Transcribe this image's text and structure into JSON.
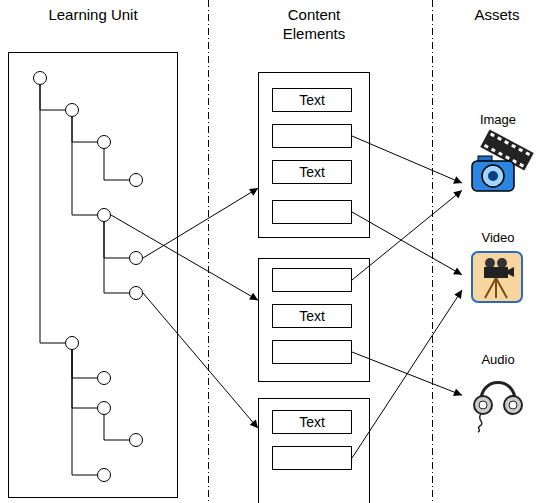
{
  "diagram": {
    "nodes": [
      {
        "text": []
      },
      {
        "text": [],
        "in": 0
      },
      {
        "text": [],
        "in": 0
      },
      {
        "text": [],
        "in": 0
      },
      {
        "text": [],
        "in": 0
      },
      {
        "text": [],
        "in": 0
      },
      {
        "text": [],
        "in": 0
      },
      {
        "text": [],
        "in": 0
      },
      {
        "text": [],
        "in": 0
      },
      {
        "text": [],
        "in": 0
      },
      {
        "text": [],
        "in": 0
      },
      {
        "text": [],
        "in": 0
      },
      {
        "text": [],
        "in": 0
      },
      {
        "text": []
      },
      {
        "text": [
          "Text"
        ],
        "in": 13
      },
      {
        "text": [],
        "in": 13
      },
      {
        "text": [
          "Text"
        ],
        "in": 13
      },
      {
        "text": [],
        "in": 13
      },
      {
        "text": []
      },
      {
        "text": [],
        "in": 18
      },
      {
        "text": [
          "Text"
        ],
        "in": 18
      },
      {
        "text": [],
        "in": 18
      },
      {
        "text": []
      },
      {
        "text": [
          "Text"
        ],
        "in": 22
      },
      {
        "text": [],
        "in": 22
      },
      {
        "text": [
          "Image"
        ]
      },
      {
        "text": [
          "Video"
        ]
      },
      {
        "text": [
          "Audio"
        ]
      }
    ],
    "edges": [
      {
        "from": 1,
        "to": 2,
        "arrow": "none"
      },
      {
        "from": 1,
        "to": 8,
        "arrow": "none"
      },
      {
        "from": 2,
        "to": 3,
        "arrow": "none"
      },
      {
        "from": 2,
        "to": 5,
        "arrow": "none"
      },
      {
        "from": 3,
        "to": 4,
        "arrow": "none"
      },
      {
        "from": 5,
        "to": 6,
        "arrow": "none"
      },
      {
        "from": 5,
        "to": 7,
        "arrow": "none"
      },
      {
        "from": 8,
        "to": 9,
        "arrow": "none"
      },
      {
        "from": 8,
        "to": 10,
        "arrow": "none"
      },
      {
        "from": 8,
        "to": 12,
        "arrow": "none"
      },
      {
        "from": 10,
        "to": 11,
        "arrow": "none"
      },
      {
        "from": 6,
        "to": 13,
        "arrow": "to"
      },
      {
        "from": 5,
        "to": 18,
        "arrow": "to"
      },
      {
        "from": 7,
        "to": 22,
        "arrow": "to"
      },
      {
        "from": 15,
        "to": 25,
        "arrow": "to"
      },
      {
        "from": 17,
        "to": 26,
        "arrow": "to"
      },
      {
        "from": 19,
        "to": 25,
        "arrow": "to"
      },
      {
        "from": 21,
        "to": 27,
        "arrow": "to"
      },
      {
        "from": 24,
        "to": 26,
        "arrow": "to"
      }
    ],
    "labels": [
      "Learning Unit",
      "Content Elements",
      "Assets"
    ]
  }
}
